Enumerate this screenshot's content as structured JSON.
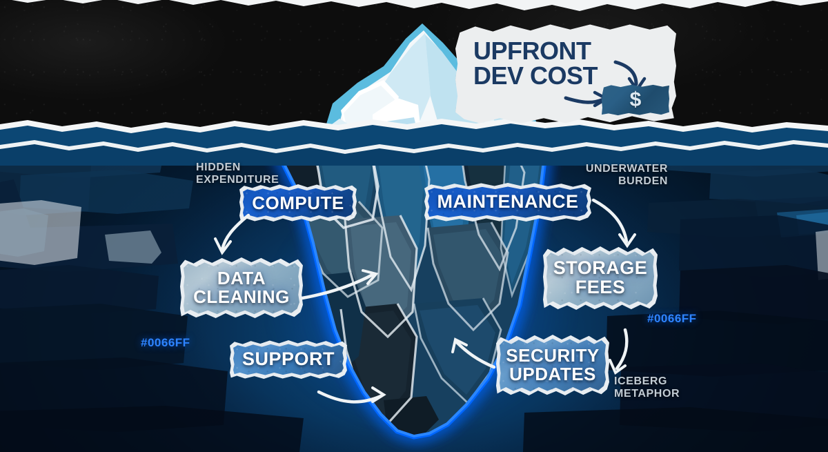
{
  "theme": {
    "accent_hex": "#0066FF",
    "label_text_color": "#FFFFFF",
    "headline_color": "#1B3A63",
    "annotation_color": "#C3CCD4"
  },
  "above_water": {
    "headline": "UPFRONT\nDEV COST",
    "headline_line1": "UPFRONT",
    "headline_line2": "DEV COST",
    "money_icon": "dollar-bill-icon",
    "money_symbol": "$",
    "arrow_down_right": "curved-arrow-down-icon",
    "arrow_right": "curved-arrow-right-icon"
  },
  "annotations": [
    {
      "id": "hidden-expenditure",
      "line1": "HIDDEN",
      "line2": "EXPENDITURE",
      "align": "left"
    },
    {
      "id": "underwater-burden",
      "line1": "UNDERWATER",
      "line2": "BURDEN",
      "align": "right"
    },
    {
      "id": "iceberg-metaphor",
      "line1": "ICEBERG",
      "line2": "METAPHOR",
      "align": "left"
    }
  ],
  "hex_codes": [
    {
      "id": "hex-left",
      "value": "#0066FF"
    },
    {
      "id": "hex-right",
      "value": "#0066FF"
    }
  ],
  "hidden_cost_labels": [
    {
      "id": "compute",
      "text": "COMPUTE",
      "line1": "COMPUTE",
      "line2": "",
      "style": "deep"
    },
    {
      "id": "maintenance",
      "text": "MAINTENANCE",
      "line1": "MAINTENANCE",
      "line2": "",
      "style": "deep"
    },
    {
      "id": "data-cleaning",
      "text": "DATA CLEANING",
      "line1": "DATA",
      "line2": "CLEANING",
      "style": "pale"
    },
    {
      "id": "storage-fees",
      "text": "STORAGE FEES",
      "line1": "STORAGE",
      "line2": "FEES",
      "style": "pale"
    },
    {
      "id": "support",
      "text": "SUPPORT",
      "line1": "SUPPORT",
      "line2": "",
      "style": "mid"
    },
    {
      "id": "security-updates",
      "text": "SECURITY UPDATES",
      "line1": "SECURITY",
      "line2": "UPDATES",
      "style": "steel"
    }
  ],
  "arrows": [
    {
      "id": "arrow-compute-to-data-cleaning",
      "icon": "curved-arrow-down-left-icon"
    },
    {
      "id": "arrow-data-cleaning-to-berg",
      "icon": "curved-arrow-right-up-icon"
    },
    {
      "id": "arrow-support-to-berg",
      "icon": "curved-arrow-right-icon"
    },
    {
      "id": "arrow-security-to-berg",
      "icon": "curved-arrow-left-up-icon"
    },
    {
      "id": "arrow-burden-to-storage",
      "icon": "curved-arrow-down-icon"
    },
    {
      "id": "arrow-storage-to-metaphor",
      "icon": "curved-arrow-down-left-icon"
    }
  ]
}
